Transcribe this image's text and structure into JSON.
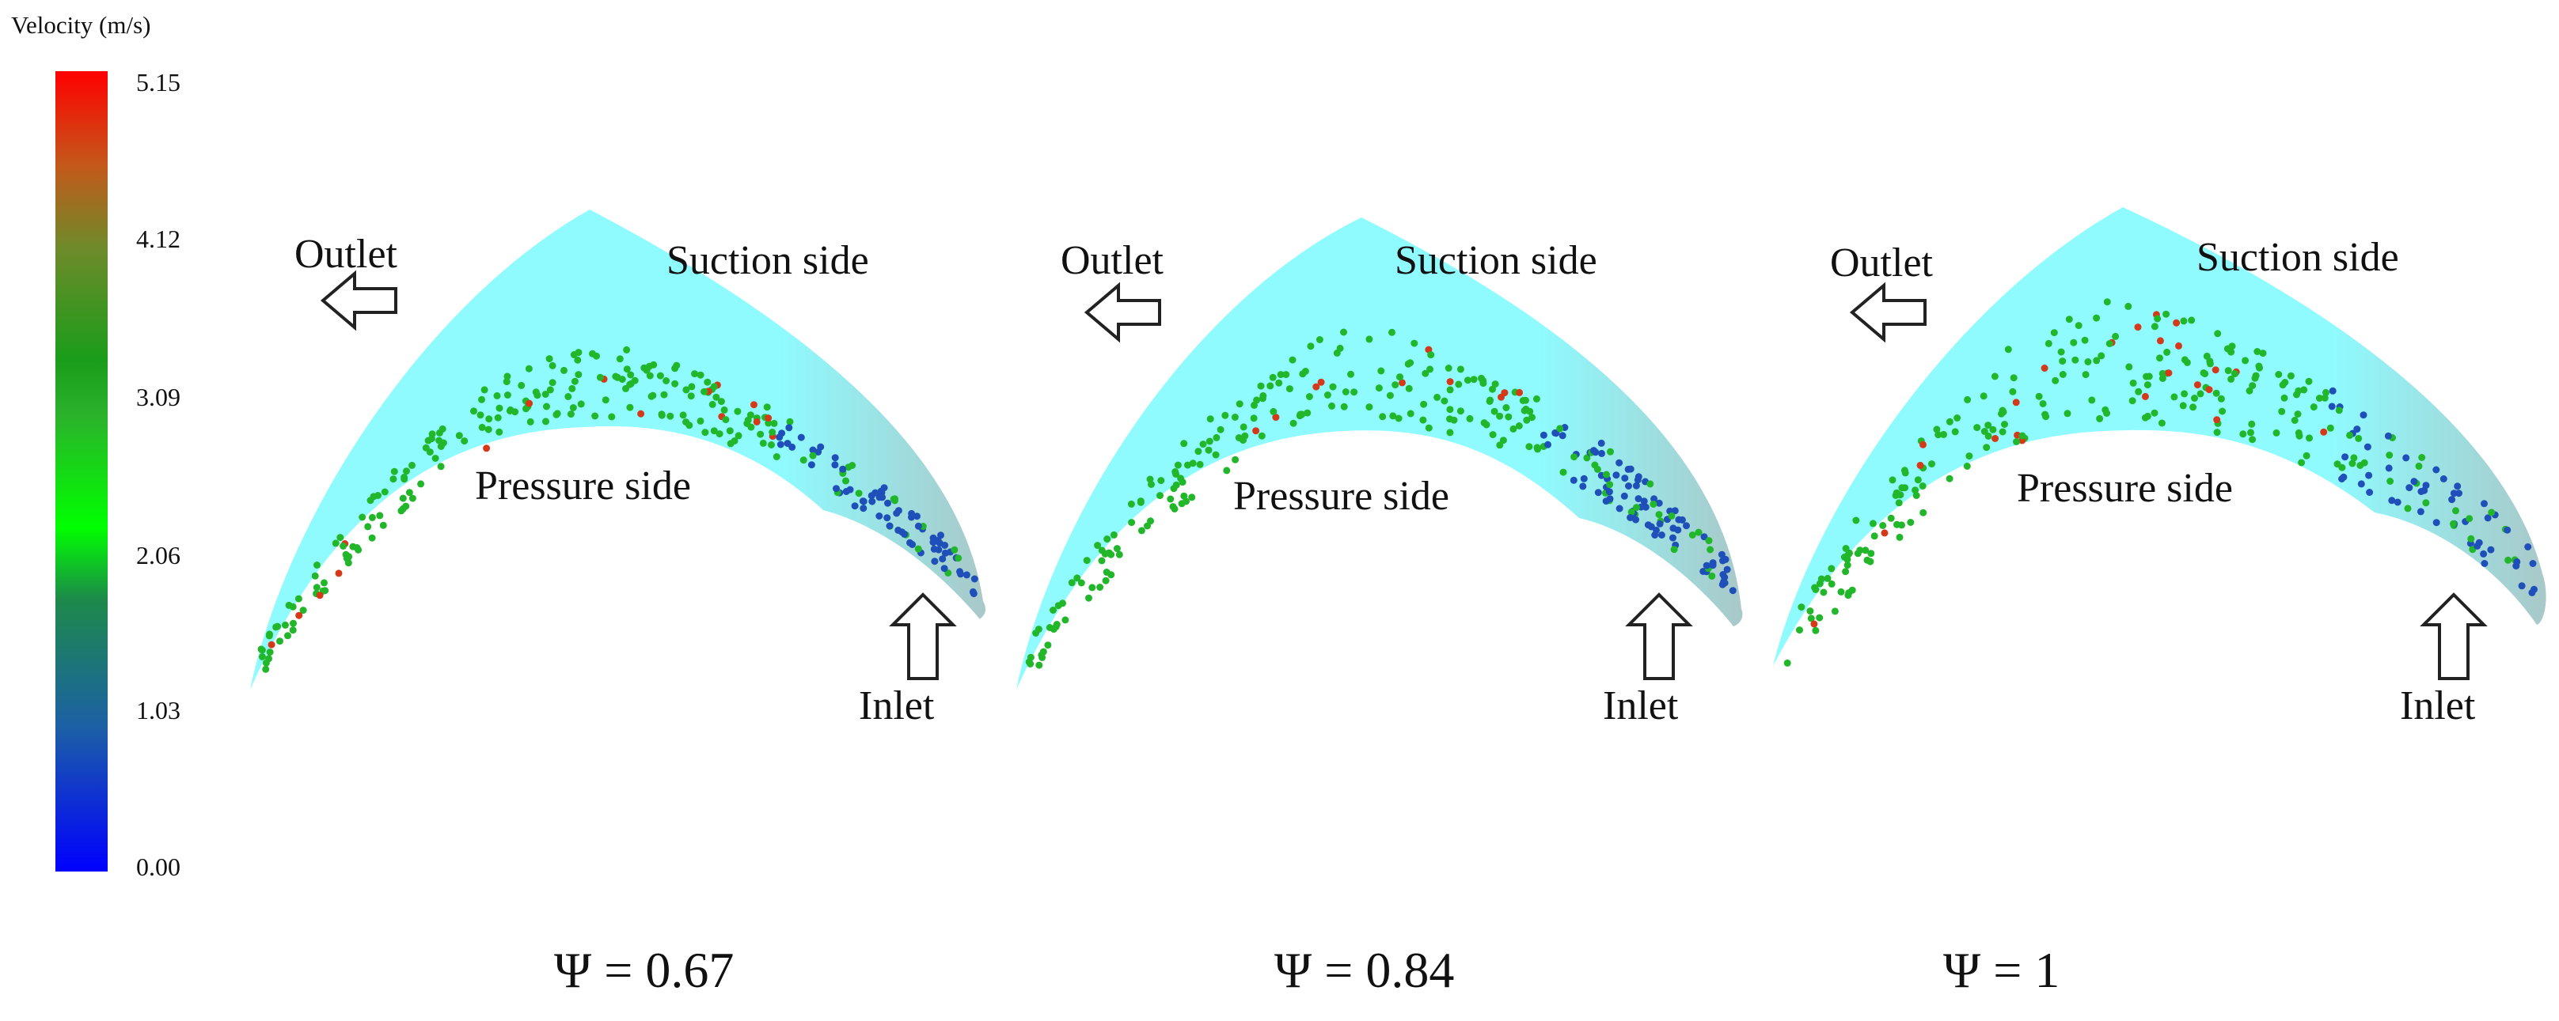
{
  "legend": {
    "title": "Velocity (m/s)",
    "ticks": [
      "5.15",
      "4.12",
      "3.09",
      "2.06",
      "1.03",
      "0.00"
    ],
    "min": 0.0,
    "max": 5.15
  },
  "panels": [
    {
      "caption": "Ψ = 0.67",
      "outlet": "Outlet",
      "suction": "Suction side",
      "pressure": "Pressure side",
      "inlet": "Inlet"
    },
    {
      "caption": "Ψ = 0.84",
      "outlet": "Outlet",
      "suction": "Suction side",
      "pressure": "Pressure side",
      "inlet": "Inlet"
    },
    {
      "caption": "Ψ = 1",
      "outlet": "Outlet",
      "suction": "Suction side",
      "pressure": "Pressure side",
      "inlet": "Inlet"
    }
  ],
  "colors": {
    "passage_fill": "#8ffbff",
    "low": "#1f4fb8",
    "mid": "#22b62b",
    "high": "#d43a1a"
  }
}
